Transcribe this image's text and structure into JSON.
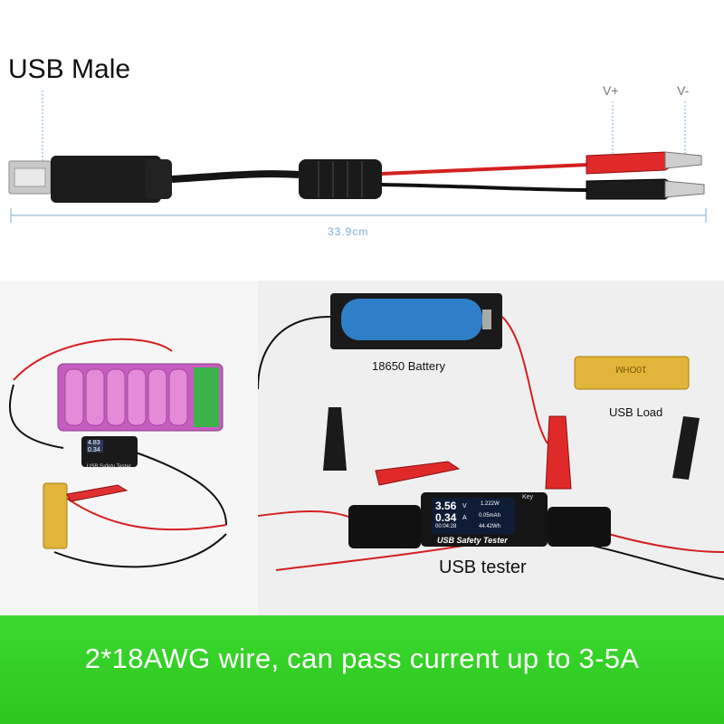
{
  "top": {
    "title": "USB Male",
    "vplus": "V+",
    "vminus": "V-",
    "length": "33.9cm"
  },
  "photo_right": {
    "battery_label": "18650 Battery",
    "load_label": "USB Load",
    "tester_label": "USB tester",
    "tester_screen": {
      "voltage": "3.56",
      "voltage_unit": "V",
      "current": "0.34",
      "current_unit": "A",
      "time": "00:04:28",
      "wh": "1.222W",
      "mah": "0.05mAh",
      "temp": "44.42Wh",
      "key": "Key",
      "brand": "USB Safety Tester"
    },
    "resistor_marking": "10OHM"
  },
  "photo_left": {
    "tester_brand": "USB Safety Tester",
    "screen_line1": "4.83",
    "screen_line2": "0.34"
  },
  "banner": {
    "text": "2*18AWG wire, can pass current up to 3-5A",
    "color": "#2ecb22"
  }
}
